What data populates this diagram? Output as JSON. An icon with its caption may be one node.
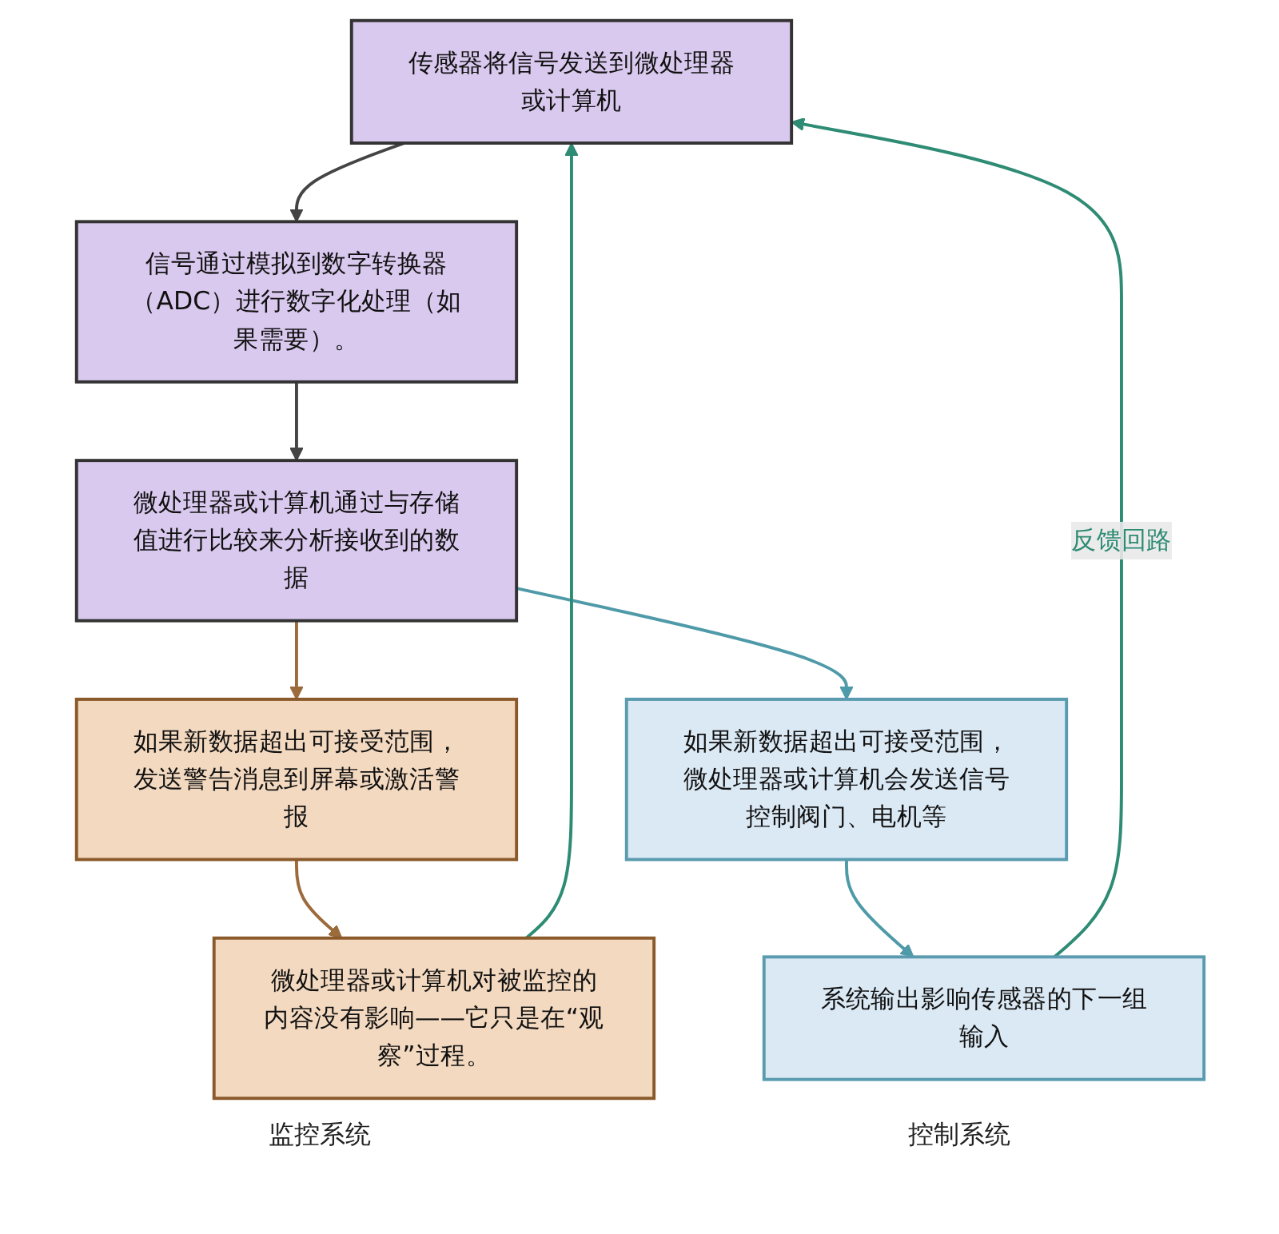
{
  "diagram": {
    "nodes": [
      {
        "text": [
          "传感器将信号发送到微处理器或计算机"
        ]
      },
      {
        "text": [
          "信号通过模拟到数字转换器（ADC）进行数字化处理（如果需要）。"
        ]
      },
      {
        "text": [
          "微处理器或计算机通过与存储值进行比较来分析接收到的数据"
        ]
      },
      {
        "text": [
          "如果新数据超出可接受范围，发送警告消息到屏幕或激活警报"
        ]
      },
      {
        "text": [
          "如果新数据超出可接受范围，微处理器或计算机会发送信号控制阀门、电机等"
        ]
      },
      {
        "text": [
          "微处理器或计算机对被监控的内容没有影响——它只是在“观察”过程。"
        ]
      },
      {
        "text": [
          "系统输出影响传感器的下一组输入"
        ]
      }
    ],
    "edges": [
      {
        "from": 0,
        "to": 1,
        "arrow": "to"
      },
      {
        "from": 1,
        "to": 2,
        "arrow": "to"
      },
      {
        "from": 2,
        "to": 3,
        "arrow": "to",
        "color": "#9c6b3c"
      },
      {
        "from": 2,
        "to": 4,
        "arrow": "to",
        "color": "#4f9aa8"
      },
      {
        "from": 3,
        "to": 5,
        "arrow": "to",
        "color": "#9c6b3c"
      },
      {
        "from": 4,
        "to": 6,
        "arrow": "to",
        "color": "#4f9aa8"
      },
      {
        "from": 5,
        "to": 0,
        "arrow": "to",
        "color": "#2e8b74"
      },
      {
        "from": 6,
        "to": 0,
        "arrow": "to",
        "label": "反馈回路",
        "color": "#2e8b74"
      }
    ],
    "labels": [
      "监控系统",
      "控制系统"
    ]
  }
}
